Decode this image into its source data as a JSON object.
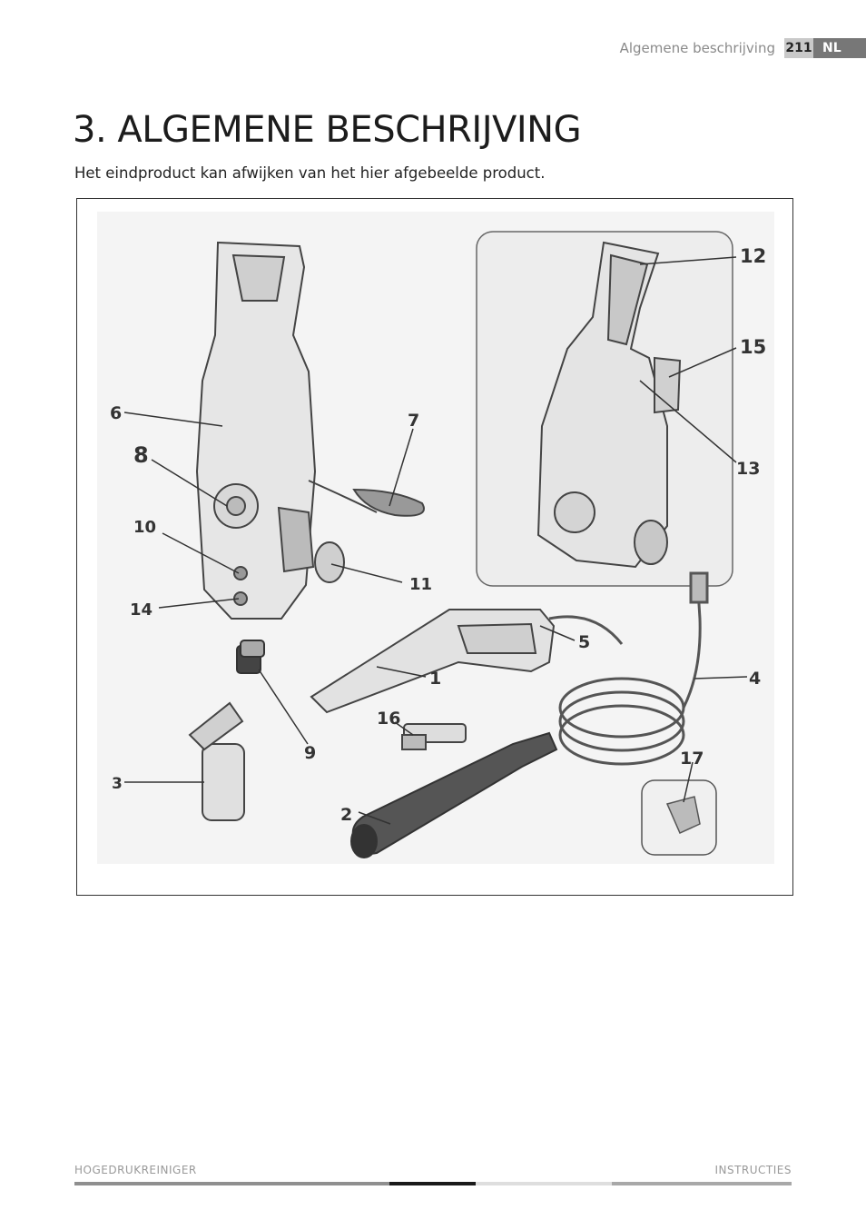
{
  "header": {
    "section_title": "Algemene beschrijving",
    "page_number": "211",
    "language": "NL"
  },
  "title": "3. ALGEMENE BESCHRIJVING",
  "subtitle": "Het eindproduct kan afwijken van het hier afgebeelde product.",
  "diagram": {
    "labels": [
      "1",
      "2",
      "3",
      "4",
      "5",
      "6",
      "7",
      "8",
      "9",
      "10",
      "11",
      "12",
      "13",
      "14",
      "15",
      "16",
      "17"
    ]
  },
  "footer": {
    "left": "HOGEDRUKREINIGER",
    "right": "INSTRUCTIES"
  }
}
